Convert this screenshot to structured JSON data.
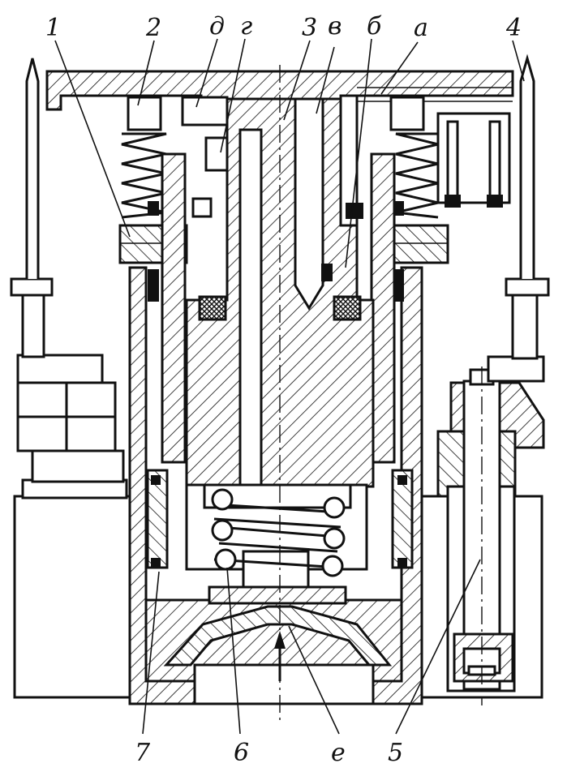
{
  "labels": {
    "n1": "1",
    "n2": "2",
    "d": "д",
    "g": "г",
    "n3": "3",
    "v": "в",
    "b": "б",
    "a": "а",
    "n4": "4",
    "n7": "7",
    "n6": "6",
    "e": "е",
    "n5": "5"
  }
}
